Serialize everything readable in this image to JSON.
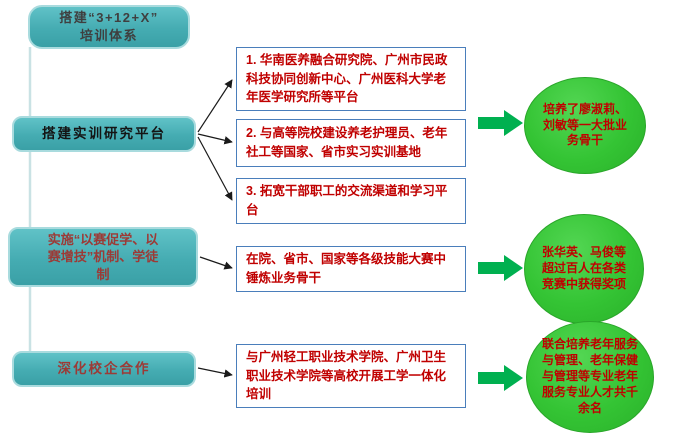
{
  "title": "培训体系搭建流程图",
  "colors": {
    "teal_box": "#45acb2",
    "teal_box_border": "#a9dbde",
    "detail_box_border": "#4a7ebb",
    "red_text": "#c00000",
    "dark_red_label": "#9c3a36",
    "ellipse_green": "#34c434",
    "block_arrow_green": "#00b050",
    "connector_black": "#1a1a1a"
  },
  "left_boxes": [
    {
      "id": "training-system",
      "label": "搭建“3+12+X”\n培训体系"
    },
    {
      "id": "research-platform",
      "label": "搭建实训研究平台"
    },
    {
      "id": "competition-mechanism",
      "label": "实施“以赛促学、以\n赛增技”机制、学徒\n制"
    },
    {
      "id": "school-enterprise",
      "label": "深化校企合作"
    }
  ],
  "middle_boxes": [
    {
      "text": "1. 华南医养融合研究院、广州市民政科技协同创新中心、广州医科大学老年医学研究所等平台"
    },
    {
      "text": "2. 与高等院校建设养老护理员、老年社工等国家、省市实习实训基地"
    },
    {
      "text": "3. 拓宽干部职工的交流渠道和学习平台"
    },
    {
      "text": "在院、省市、国家等各级技能大赛中锤炼业务骨干"
    },
    {
      "text": "与广州轻工职业技术学院、广州卫生职业技术学院等高校开展工学一体化培训"
    }
  ],
  "results": [
    {
      "text": "培养了廖淑莉、刘敏等一大批业务骨干"
    },
    {
      "text": "张华英、马俊等超过百人在各类竞赛中获得奖项"
    },
    {
      "text": "联合培养老年服务与管理、老年保健与管理等专业老年服务专业人才共千余名"
    }
  ]
}
